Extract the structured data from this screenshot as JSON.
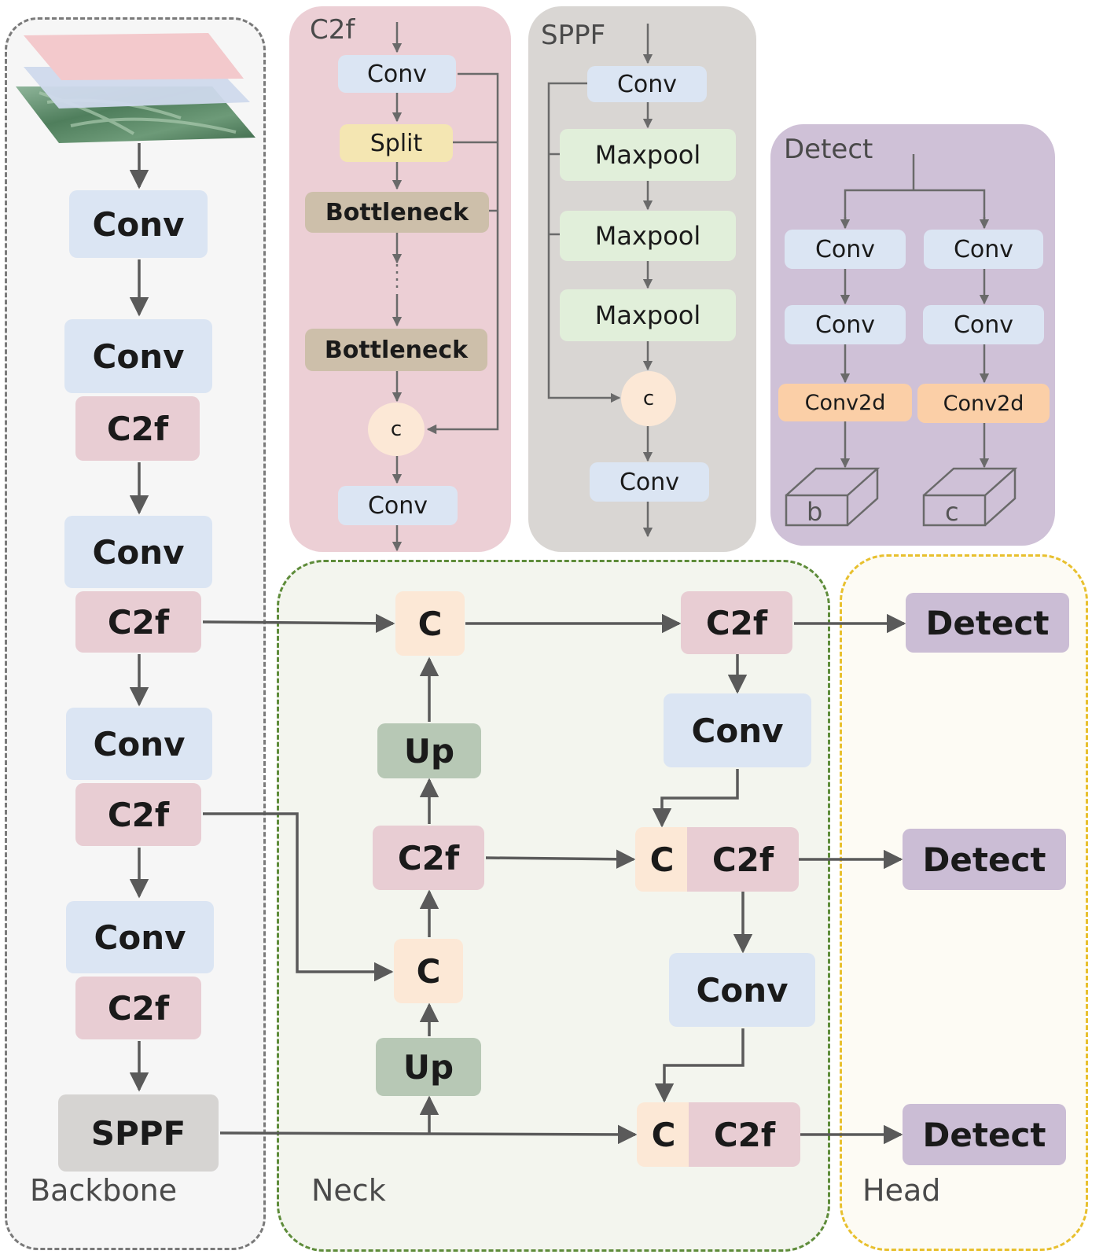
{
  "backbone": {
    "title": "Backbone",
    "blocks": [
      "Conv",
      "Conv",
      "C2f",
      "Conv",
      "C2f",
      "Conv",
      "C2f",
      "Conv",
      "C2f",
      "SPPF"
    ]
  },
  "c2f_module": {
    "title": "C2f",
    "blocks": [
      "Conv",
      "Split",
      "Bottleneck",
      "Bottleneck",
      "c",
      "Conv"
    ]
  },
  "sppf_module": {
    "title": "SPPF",
    "blocks": [
      "Conv",
      "Maxpool",
      "Maxpool",
      "Maxpool",
      "c",
      "Conv"
    ]
  },
  "detect_module": {
    "title": "Detect",
    "left_branch": [
      "Conv",
      "Conv",
      "Conv2d",
      "b"
    ],
    "right_branch": [
      "Conv",
      "Conv",
      "Conv2d",
      "c"
    ]
  },
  "neck": {
    "title": "Neck",
    "blocks": [
      "C",
      "Up",
      "C2f",
      "C",
      "Up",
      "C2f",
      "Conv",
      "C",
      "C2f",
      "Conv",
      "C",
      "C2f"
    ]
  },
  "head": {
    "title": "Head",
    "blocks": [
      "Detect",
      "Detect",
      "Detect"
    ]
  },
  "colors": {
    "conv": "#dbe5f3",
    "c2f": "#e8cdd3",
    "sppf": "#d6d4d2",
    "concat": "#fce8d6",
    "upsample": "#b7c8b5",
    "detect": "#cbbdd5",
    "split": "#f4e6b2",
    "bottleneck": "#cdbfaa",
    "maxpool": "#e1efda",
    "conv2d": "#fbcfa7",
    "arrow": "#5a5a5a"
  }
}
